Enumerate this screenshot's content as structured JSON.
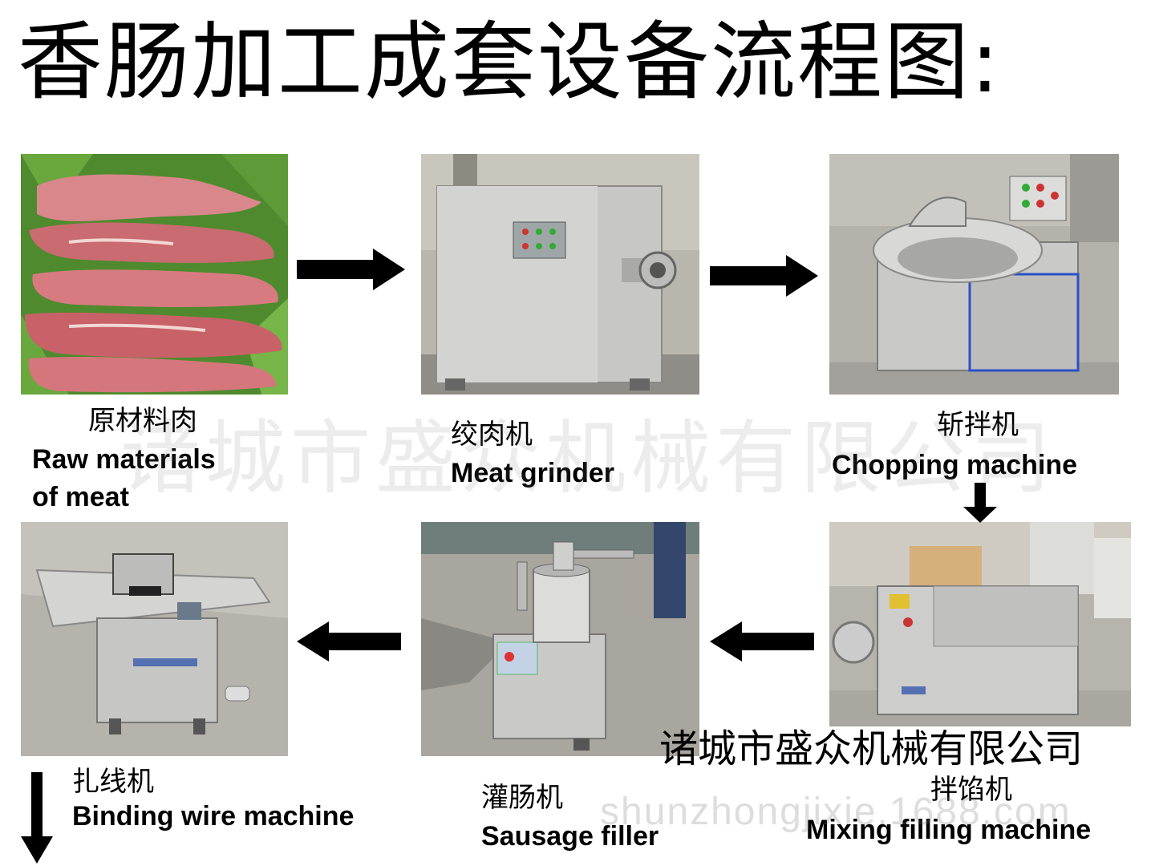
{
  "title": "香肠加工成套设备流程图:",
  "steps": [
    {
      "cn": "原材料肉",
      "en1": "Raw materials",
      "en2": "of meat"
    },
    {
      "cn": "绞肉机",
      "en1": "Meat grinder"
    },
    {
      "cn": "斩拌机",
      "en1": "Chopping machine"
    },
    {
      "cn": "拌馅机",
      "en1": "Mixing filling machine"
    },
    {
      "cn": "灌肠机",
      "en1": "Sausage filler"
    },
    {
      "cn": "扎线机",
      "en1": "Binding wire machine"
    }
  ],
  "company": "诸城市盛众机械有限公司",
  "watermark": "诸城市盛众机械有限公司",
  "watermark_url": "shunzhongjixie.1688.com"
}
